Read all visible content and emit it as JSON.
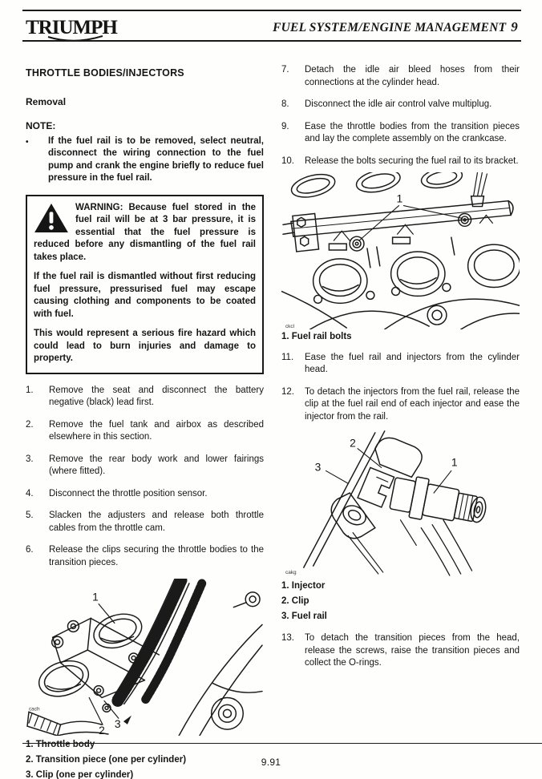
{
  "header": {
    "logo_text": "TRIUMPH",
    "section_title": "FUEL SYSTEM/ENGINE MANAGEMENT",
    "chapter_number": "9"
  },
  "left_column": {
    "heading": "THROTTLE BODIES/INJECTORS",
    "subheading": "Removal",
    "note": {
      "label": "NOTE:",
      "bullet": "•",
      "text": "If the fuel rail is to be removed, select neutral, disconnect the wiring connection to the fuel pump and crank the engine briefly to reduce fuel pressure in the fuel rail."
    },
    "warning_box": {
      "paragraph1": "WARNING:  Because fuel stored in the fuel rail will be at 3 bar pressure, it is essential that the fuel pressure is reduced before any dismantling of the fuel rail takes place.",
      "paragraph2": "If the fuel rail is dismantled without first reducing fuel pressure, pressurised fuel may escape causing clothing and components to be coated with fuel.",
      "paragraph3": "This would represent a serious fire hazard which could lead to burn injuries and damage to property."
    },
    "steps": [
      {
        "number": "1.",
        "text": "Remove the seat and disconnect the battery negative (black) lead first."
      },
      {
        "number": "2.",
        "text": "Remove the fuel tank and airbox as described elsewhere in this section."
      },
      {
        "number": "3.",
        "text": "Remove the rear body work and lower fairings (where fitted)."
      },
      {
        "number": "4.",
        "text": "Disconnect the throttle position sensor."
      },
      {
        "number": "5.",
        "text": "Slacken the adjusters and release both throttle cables from the throttle cam."
      },
      {
        "number": "6.",
        "text": "Release the clips securing the throttle bodies to the transition pieces."
      }
    ],
    "figure_throttle_body": {
      "code": "cach",
      "callout_1": "1",
      "callout_2": "2",
      "callout_3": "3",
      "captions": [
        "1. Throttle body",
        "2. Transition piece (one per cylinder)",
        "3. Clip (one per cylinder)"
      ]
    }
  },
  "right_column": {
    "steps_upper": [
      {
        "number": "7.",
        "text": "Detach the idle air bleed hoses from their connections at the cylinder head."
      },
      {
        "number": "8.",
        "text": "Disconnect the idle air control valve multiplug."
      },
      {
        "number": "9.",
        "text": "Ease the throttle bodies from the transition pieces and lay the complete assembly on the crankcase."
      },
      {
        "number": "10.",
        "text": "Release the bolts securing the fuel rail to its bracket."
      }
    ],
    "figure_fuel_rail": {
      "code": "ckcl",
      "callout_1": "1",
      "caption": "1. Fuel rail bolts"
    },
    "steps_middle": [
      {
        "number": "11.",
        "text": "Ease the fuel rail and injectors from the cylinder head."
      },
      {
        "number": "12.",
        "text": "To detach the injectors from the fuel rail, release the clip at the fuel rail end of each injector and ease the injector from the rail."
      }
    ],
    "figure_injector": {
      "code": "cakg",
      "callout_1": "1",
      "callout_2": "2",
      "callout_3": "3",
      "captions": [
        "1. Injector",
        "2. Clip",
        "3. Fuel rail"
      ]
    },
    "steps_lower": [
      {
        "number": "13.",
        "text": "To detach the transition pieces from the head, release the screws, raise the transition pieces and collect the O-rings."
      }
    ]
  },
  "footer": {
    "page_number": "9.91"
  }
}
